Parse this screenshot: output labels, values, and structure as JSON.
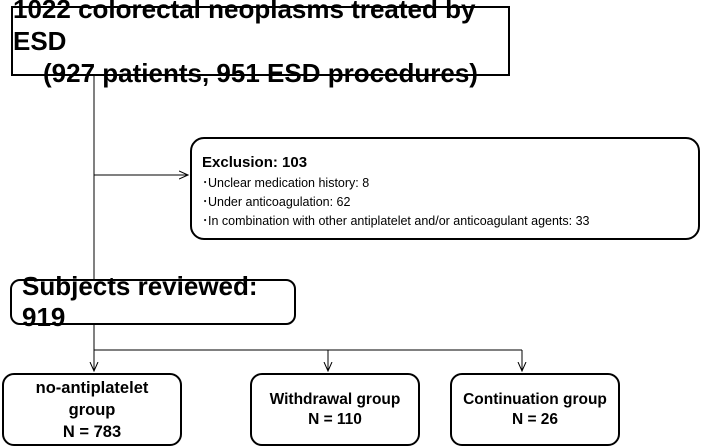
{
  "top_box": {
    "line1": "1022 colorectal neoplasms treated by ESD",
    "line2": "(927 patients, 951 ESD procedures)"
  },
  "exclusion": {
    "title": "Exclusion: 103",
    "items": [
      "Unclear medication history: 8",
      "Under anticoagulation: 62",
      "In combination with other antiplatelet and/or anticoagulant agents: 33"
    ]
  },
  "subjects": {
    "label": "Subjects reviewed: 919"
  },
  "groups": [
    {
      "line1": "no-antiplatelet",
      "line2": "group",
      "n": "N = 783"
    },
    {
      "line1": "Withdrawal group",
      "n": "N = 110"
    },
    {
      "line1": "Continuation group",
      "n": "N = 26"
    }
  ]
}
